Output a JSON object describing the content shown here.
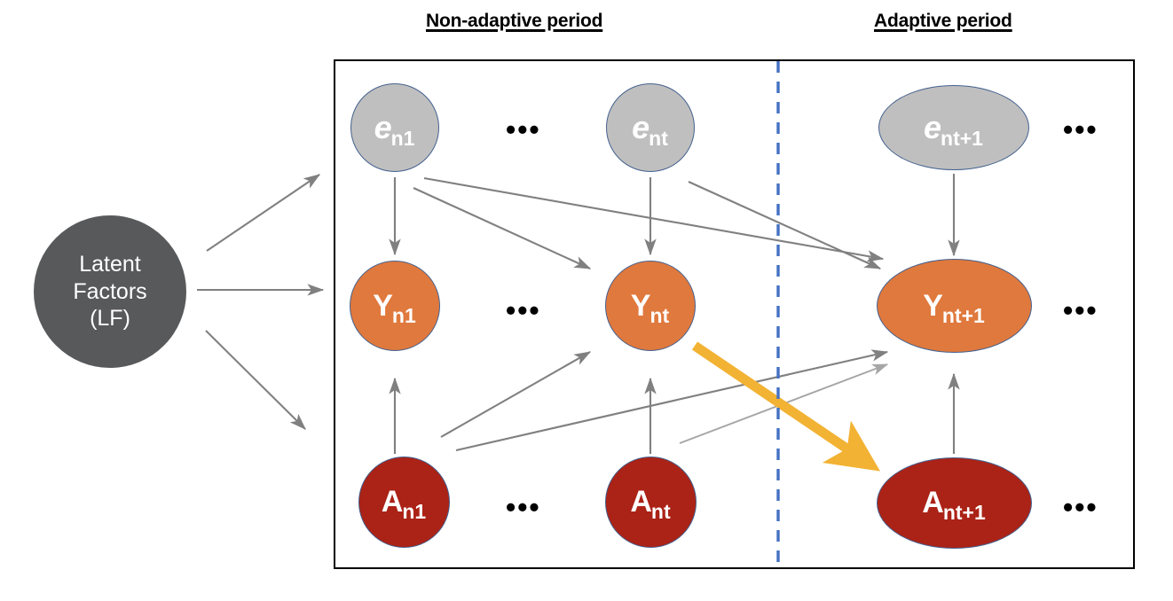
{
  "headings": {
    "non_adaptive": "Non-adaptive period",
    "adaptive": "Adaptive period"
  },
  "latent_factors": {
    "line1": "Latent",
    "line2": "Factors",
    "line3": "(LF)"
  },
  "ellipsis": "•••",
  "nodes": {
    "e_row": [
      {
        "base": "e",
        "sub": "n1"
      },
      {
        "base": "e",
        "sub": "nt"
      },
      {
        "base": "e",
        "sub": "nt+1"
      }
    ],
    "y_row": [
      {
        "base": "Y",
        "sub": "n1"
      },
      {
        "base": "Y",
        "sub": "nt"
      },
      {
        "base": "Y",
        "sub": "nt+1"
      }
    ],
    "a_row": [
      {
        "base": "A",
        "sub": "n1"
      },
      {
        "base": "A",
        "sub": "nt"
      },
      {
        "base": "A",
        "sub": "nt+1"
      }
    ]
  },
  "colors": {
    "latent_factor_fill": "#58595b",
    "error_fill": "#bfbfbf",
    "outcome_fill": "#e0793d",
    "treatment_fill": "#ab2216",
    "node_border": "#44618f",
    "edge": "#808080",
    "edge_light": "#a6a6a6",
    "highlight_arrow": "#f2b233",
    "divider": "#4472c4",
    "frame": "#000000"
  },
  "divider": {
    "style": "dashed",
    "orientation": "vertical"
  },
  "highlight_edge": {
    "from": "Y_nt",
    "to": "A_nt+1",
    "color": "#f2b233"
  }
}
